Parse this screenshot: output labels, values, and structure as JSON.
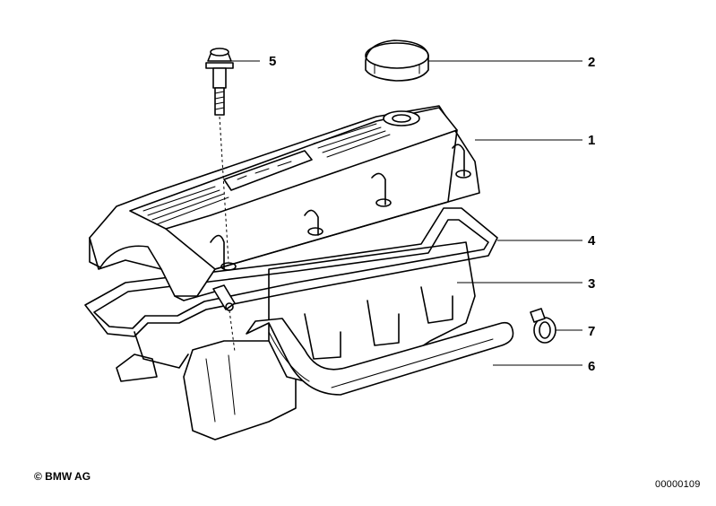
{
  "callouts": [
    {
      "id": "1",
      "label": "1"
    },
    {
      "id": "2",
      "label": "2"
    },
    {
      "id": "3",
      "label": "3"
    },
    {
      "id": "4",
      "label": "4"
    },
    {
      "id": "5",
      "label": "5"
    },
    {
      "id": "6",
      "label": "6"
    },
    {
      "id": "7",
      "label": "7"
    }
  ],
  "footer": {
    "copyright": "© BMW AG",
    "drawing_number": "00000109"
  }
}
